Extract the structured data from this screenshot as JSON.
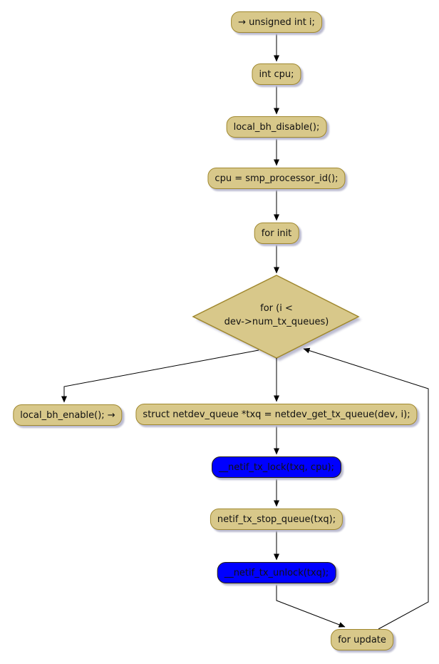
{
  "colors": {
    "background": "#FFFFFF",
    "node_fill": "#D8C88A",
    "node_border": "#A0882E",
    "highlight_fill": "#0000FF",
    "highlight_border": "#26200A",
    "text": "#111111",
    "arrow": "#000000",
    "shadow": "#BBBBD0"
  },
  "nodes": {
    "declare_i": {
      "label": "→ unsigned int i;"
    },
    "declare_cpu": {
      "label": "int cpu;"
    },
    "local_bh_disable": {
      "label": "local_bh_disable();"
    },
    "smp_processor_id": {
      "label": "cpu = smp_processor_id();"
    },
    "for_init": {
      "label": "for init"
    },
    "loop_condition": {
      "label": "for (i <\ndev->num_tx_queues)"
    },
    "local_bh_enable": {
      "label": "local_bh_enable(); →"
    },
    "netdev_get_tx_queue": {
      "label": "struct netdev_queue *txq = netdev_get_tx_queue(dev, i);"
    },
    "netif_tx_lock": {
      "label": "__netif_tx_lock(txq, cpu);"
    },
    "netif_tx_stop_queue": {
      "label": "netif_tx_stop_queue(txq);"
    },
    "netif_tx_unlock": {
      "label": "__netif_tx_unlock(txq);"
    },
    "for_update": {
      "label": "for update"
    }
  }
}
